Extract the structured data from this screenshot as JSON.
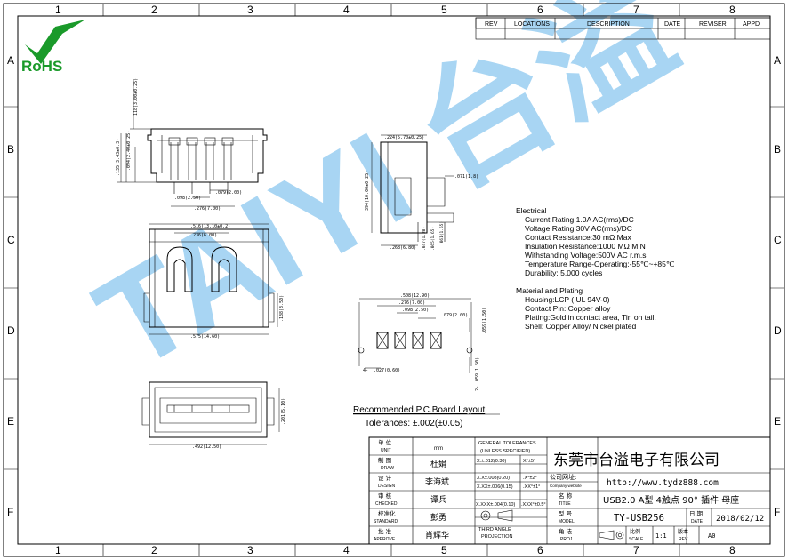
{
  "border": {
    "columns": [
      "1",
      "2",
      "3",
      "4",
      "5",
      "6",
      "7",
      "8"
    ],
    "rows": [
      "A",
      "B",
      "C",
      "D",
      "E",
      "F"
    ]
  },
  "logo": {
    "text": "RoHS",
    "color": "#1a9a2a"
  },
  "watermark": {
    "text": "TAIYI 台溢",
    "color": "#3b9fe0"
  },
  "revision_table": {
    "headers": [
      "REV",
      "LOCATIONS",
      "DESCRIPTION",
      "DATE",
      "REVISER",
      "APPD"
    ]
  },
  "dims": {
    "top_height": "118(3.00±0.25)",
    "side_a": ".135(3.43±0.3)",
    "side_b": ".094(2.40±0.25)",
    "pitch1": ".079(2.00)",
    "pitch2": ".098(2.50)",
    "span1": ".276(7.00)",
    "plan_width": ".516(13.10±0.2)",
    "plan_inner": ".236(6.00)",
    "plan_len": ".575(14.60)",
    "plan_side": ".138(3.50)",
    "front_w": ".492(12.50)",
    "front_h": ".201(5.10)",
    "side_top": ".224(5.70±0.25)",
    "side_h": ".394(10.00±0.25)",
    "side_r": ".071(1.8)",
    "side_bw": ".268(6.80)",
    "side_ba": ".047(1.20)",
    "side_bb": ".065(1.65)",
    "side_bc": ".061(1.55)",
    "pcb_total": ".508(12.90)",
    "pcb_span": ".276(7.00)",
    "pcb_p1": ".098(2.50)",
    "pcb_p2": ".079(2.00)",
    "pcb_v": ".059(1.50)",
    "pcb_hole": ".027(0.60)",
    "pcb_hole_label": "4-",
    "pcb_mount": ".059(1.50)",
    "pcb_mount_label": "2-"
  },
  "spec": {
    "elec_title": "Electrical",
    "elec": [
      "Current Rating:1.0A AC(rms)/DC",
      "Voltage Rating:30V AC(rms)/DC",
      "Contact Resistance:30 mΩ Max",
      "Insulation Resistance:1000 MΩ MIN",
      "Withstanding Voltage:500V AC r.m.s",
      "Temperature Range-Operating:-55℃~+85℃",
      "Durability: 5,000 cycles"
    ],
    "mat_title": "Material and Plating",
    "mat": [
      "Housing:LCP ( UL 94V-0)",
      "Contact Pin: Copper alloy",
      "Plating:Gold in contact area, Tin on tail.",
      "Shell: Copper Alloy/ Nickel plated"
    ]
  },
  "pcb_layout": {
    "title": "Recommended P.C.Board Layout",
    "tol": "Tolerances: ±.002(±0.05)"
  },
  "title_block": {
    "unit_cn": "单  位",
    "unit_en": "UNIT",
    "unit_val": "mm",
    "draw_cn": "制  图",
    "draw_en": "DRAW",
    "draw_val": "杜娟",
    "design_cn": "设  计",
    "design_en": "DESIGN",
    "design_val": "李海斌",
    "check_cn": "审  核",
    "check_en": "CHECKED",
    "check_val": "谭兵",
    "std_cn": "校准化",
    "std_en": "STANDARD",
    "std_val": "彭勇",
    "appr_cn": "批  准",
    "appr_en": "APPROVE",
    "appr_val": "肖辉华",
    "gen_tol_1": "GENERAL TOLERANCES",
    "gen_tol_2": "(UNLESS SPECIFIED)",
    "tol_rows": [
      [
        "X.±.012(0.30)",
        "X°±5°"
      ],
      [
        "X.X±.008(0.20)",
        ".X°±2°"
      ],
      [
        "X.XX±.006(0.15)",
        ".XX°±1°"
      ],
      [
        "X.XXX±.004(0.10)",
        ".XXX°±0.5°"
      ]
    ],
    "proj_1": "THIRD ANGLE",
    "proj_2": "PROJECTION",
    "company": "东莞市台溢电子有限公司",
    "web_cn": "公司网址:",
    "web_en": "Company website",
    "web_val": "http://www.tydz888.com",
    "name_cn": "名  称",
    "name_en": "TITLE",
    "name_val": "USB2.0 A型 4触点 90° 插件 母座",
    "model_cn": "型  号",
    "model_en": "MODEL",
    "model_val": "TY-USB256",
    "date_cn": "日  期",
    "date_en": "DATE",
    "date_val": "2018/02/12",
    "angle_cn": "角  法",
    "angle_en": "PROJ.",
    "scale_cn": "比例",
    "scale_en": "SCALE",
    "scale_val": "1:1",
    "rev_cn": "版本",
    "rev_en": "REV.",
    "rev_val": "A0"
  }
}
